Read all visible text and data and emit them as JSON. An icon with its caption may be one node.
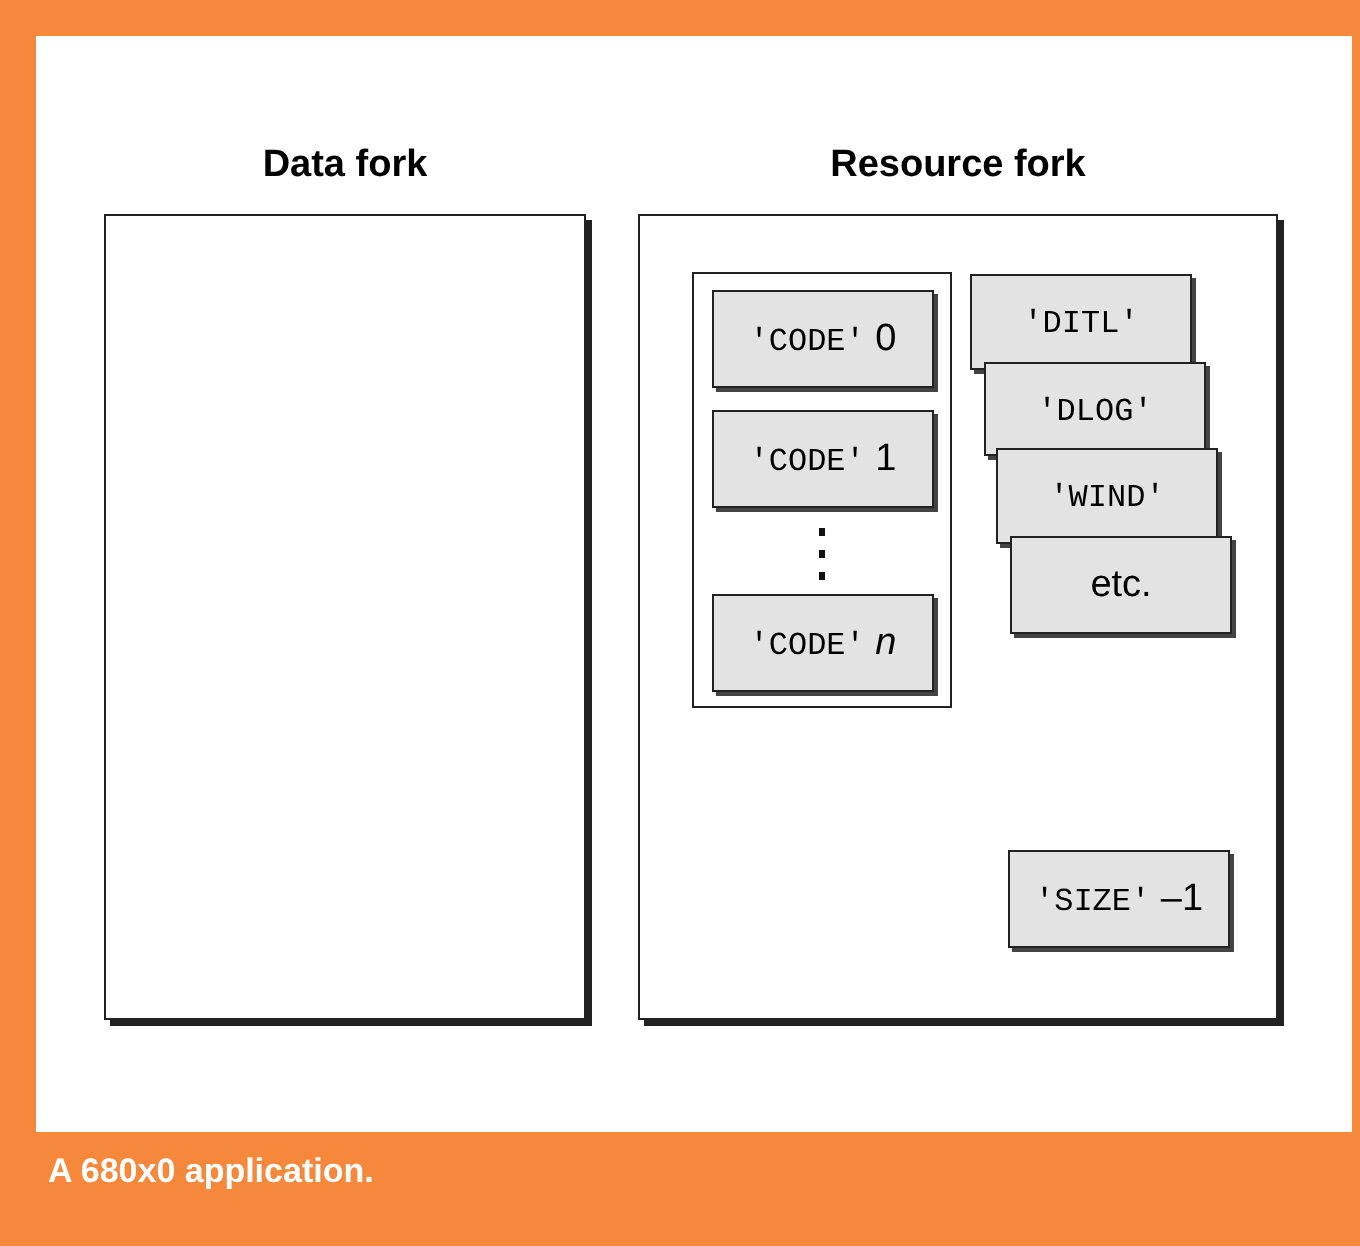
{
  "diagram": {
    "caption": "A 680x0 application.",
    "nodes": [
      {
        "text": [
          "Data fork"
        ]
      },
      {
        "text": [
          "Resource fork"
        ]
      },
      {
        "text": [],
        "shape": "box",
        "in": 1
      },
      {
        "text": [
          "'CODE' 0"
        ],
        "in": 2
      },
      {
        "text": [
          "'CODE' 1"
        ],
        "in": 2
      },
      {
        "text": [
          "'CODE' *n*"
        ],
        "in": 2
      },
      {
        "text": [
          "'DITL'"
        ],
        "in": 1
      },
      {
        "text": [
          "'DLOG'"
        ],
        "in": 1
      },
      {
        "text": [
          "'WIND'"
        ],
        "in": 1
      },
      {
        "text": [
          "etc."
        ],
        "in": 1
      },
      {
        "text": [
          "'SIZE' –1"
        ],
        "in": 1
      }
    ],
    "edges": []
  }
}
